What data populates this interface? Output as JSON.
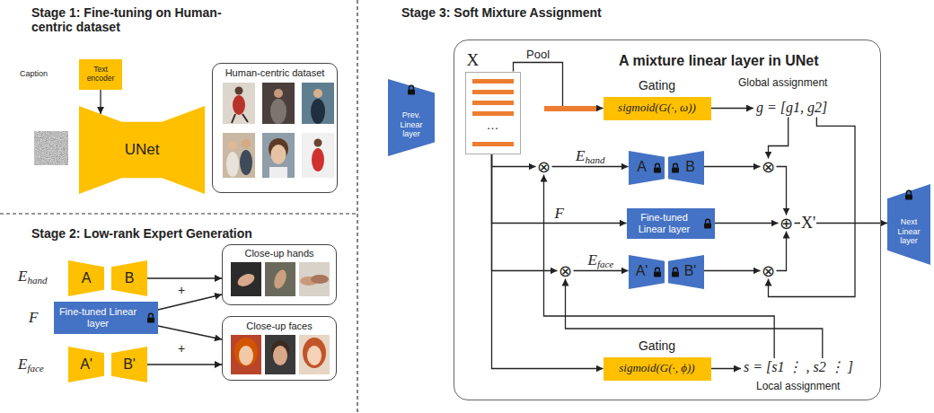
{
  "diagram": {
    "nodes": [
      {
        "text": [
          "Text encoder"
        ]
      },
      {
        "text": [
          "UNet"
        ]
      },
      {
        "text": [
          "Human-centric dataset"
        ]
      },
      {
        "text": [
          "A"
        ]
      },
      {
        "text": [
          "B"
        ]
      },
      {
        "text": [
          "Fine-tuned Linear layer"
        ]
      },
      {
        "text": [
          "A'"
        ]
      },
      {
        "text": [
          "B'"
        ]
      },
      {
        "text": [
          "Close-up hands"
        ]
      },
      {
        "text": [
          "Close-up faces"
        ]
      },
      {
        "text": [
          "Prev. Linear layer"
        ]
      },
      {
        "text": [
          "A mixture linear layer in UNet"
        ]
      },
      {
        "text": [
          "X",
          "…"
        ],
        "in": 11
      },
      {
        "text": [
          "Gating",
          "sigmoid(G(·, ω))"
        ],
        "in": 11
      },
      {
        "text": [
          "⊗"
        ],
        "in": 11
      },
      {
        "text": [
          "A"
        ],
        "in": 11
      },
      {
        "text": [
          "B"
        ],
        "in": 11
      },
      {
        "text": [
          "⊗"
        ],
        "in": 11
      },
      {
        "text": [
          "Fine-tuned Linear layer"
        ],
        "in": 11
      },
      {
        "text": [
          "⊕"
        ],
        "in": 11
      },
      {
        "text": [
          "⊗"
        ],
        "in": 11
      },
      {
        "text": [
          "A'"
        ],
        "in": 11
      },
      {
        "text": [
          "B'"
        ],
        "in": 11
      },
      {
        "text": [
          "⊗"
        ],
        "in": 11
      },
      {
        "text": [
          "Gating",
          "sigmoid(G(·, ϕ))"
        ],
        "in": 11
      },
      {
        "text": [
          "Next Linear layer"
        ]
      }
    ],
    "edges": [
      {
        "from": 0,
        "to": 1,
        "arrow": "to"
      },
      {
        "from": 4,
        "to": 8,
        "arrow": "to"
      },
      {
        "from": 5,
        "to": 8,
        "arrow": "to"
      },
      {
        "from": 5,
        "to": 9,
        "arrow": "to"
      },
      {
        "from": 7,
        "to": 9,
        "arrow": "to"
      },
      {
        "from": 12,
        "to": 13,
        "label": "Pool",
        "arrow": "to"
      },
      {
        "from": 12,
        "to": 14,
        "arrow": "to"
      },
      {
        "from": 14,
        "to": 15,
        "label": "Ehand",
        "arrow": "to"
      },
      {
        "from": 16,
        "to": 17,
        "arrow": "to"
      },
      {
        "from": 17,
        "to": 19,
        "arrow": "to"
      },
      {
        "from": 12,
        "to": 18,
        "label": "F",
        "arrow": "to"
      },
      {
        "from": 18,
        "to": 19,
        "arrow": "to"
      },
      {
        "from": 12,
        "to": 20,
        "arrow": "to"
      },
      {
        "from": 20,
        "to": 21,
        "label": "Eface",
        "arrow": "to"
      },
      {
        "from": 22,
        "to": 23,
        "arrow": "to"
      },
      {
        "from": 23,
        "to": 19,
        "arrow": "to"
      },
      {
        "from": 19,
        "to": 25,
        "label": "X'",
        "arrow": "to"
      },
      {
        "from": 12,
        "to": 24,
        "arrow": "to"
      }
    ],
    "labels": [
      "Stage 1: Fine-tuning on Human-centric dataset",
      "Caption",
      "Stage 2: Low-rank Expert Generation",
      "Ehand",
      "F",
      "Eface",
      "+",
      "+",
      "Stage 3: Soft Mixture Assignment",
      "Global assignment",
      "g = [g1, g2]",
      "s = [s1 ⋮ , s2 ⋮ ]",
      "Local assignment"
    ]
  }
}
